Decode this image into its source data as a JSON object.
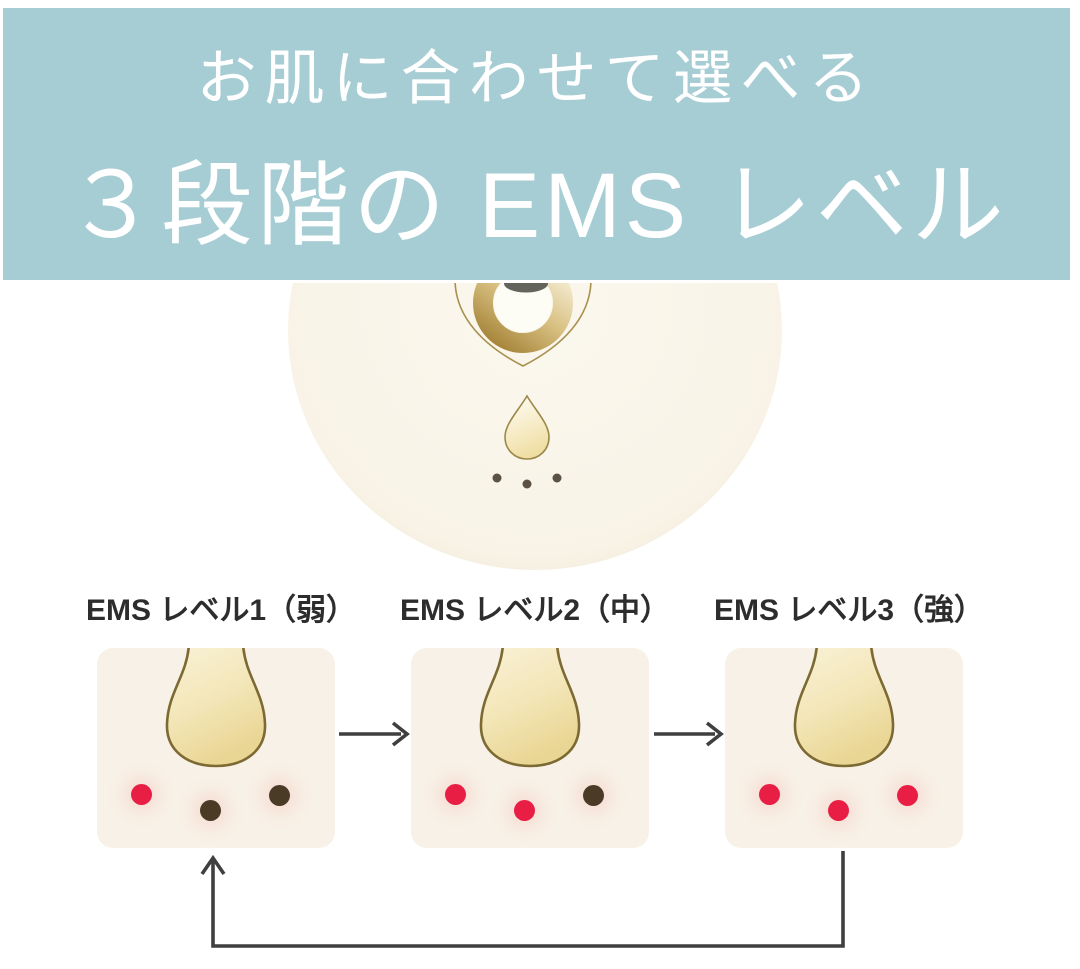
{
  "banner": {
    "line1": "お肌に合わせて選べる",
    "line2": "３段階の EMS レベル"
  },
  "levels": [
    {
      "label": "EMS レベル1（弱）",
      "dots": [
        "red",
        "dark",
        "dark"
      ]
    },
    {
      "label": "EMS レベル2（中）",
      "dots": [
        "red",
        "red",
        "dark"
      ]
    },
    {
      "label": "EMS レベル3（強）",
      "dots": [
        "red",
        "red",
        "red"
      ]
    }
  ],
  "colors": {
    "banner_bg": "#a6cdd4",
    "banner_text": "#ffffff",
    "panel_bg": "#f8f1e7",
    "label_text": "#2d2d2d",
    "dot_red": "#e81e45",
    "dot_dark": "#4a3b26",
    "arrow": "#3f3f3f",
    "gold_outline": "#7d6a33"
  }
}
